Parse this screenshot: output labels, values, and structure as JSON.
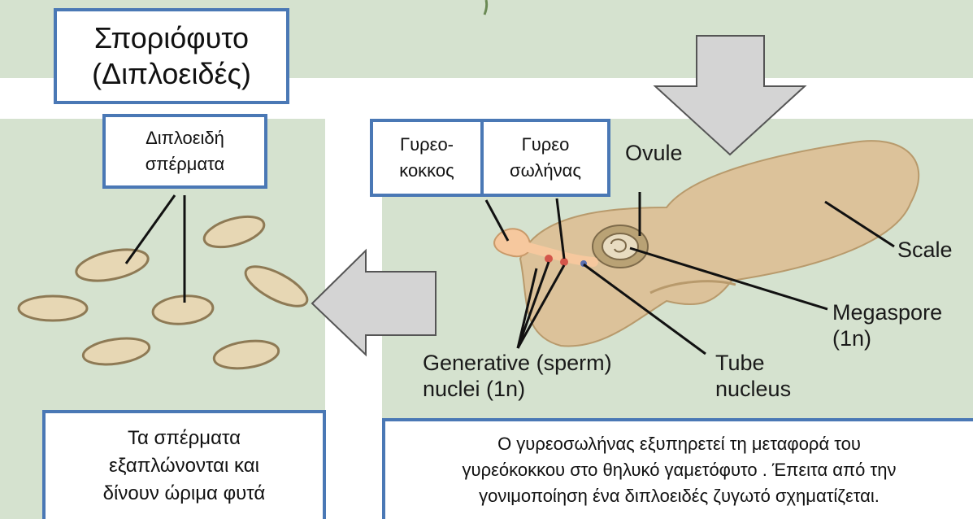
{
  "boxes": {
    "sporophyte": "Σποριόφυτο\n(Διπλοειδές)",
    "diploid_seeds": "Διπλοειδή\nσπέρματα",
    "pollen_grain": "Γυρεο-\nκοκκος",
    "pollen_tube": "Γυρεο\nσωλήνας",
    "seeds_spread": "Τα σπέρματα\nεξαπλώνονται και\nδίνουν ώριμα φυτά",
    "caption": "Ο γυρεοσωλήνας  εξυπηρετεί τη μεταφορά του\nγυρεόκοκκου στο θηλυκό γαμετόφυτο . Έπειτα από την\nγονιμοποίηση ένα διπλοειδές ζυγωτό σχηματίζεται."
  },
  "labels": {
    "ovule": "Ovule",
    "scale": "Scale",
    "megaspore": "Megaspore\n(1n)",
    "generative": "Generative (sperm)\nnuclei (1n)",
    "tube_nucleus": "Tube\nnucleus"
  },
  "colors": {
    "panel": "#d5e2cf",
    "box_border": "#4a78b5",
    "arrow_fill": "#d4d4d4",
    "arrow_stroke": "#555555",
    "seed_fill": "#e7d7b4",
    "seed_stroke": "#8e7a55",
    "scale_fill": "#dcc29a",
    "pollen_fill": "#f6c89e"
  }
}
